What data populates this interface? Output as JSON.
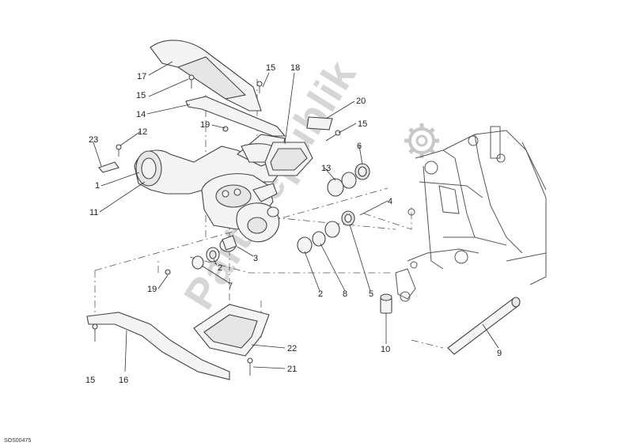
{
  "watermark": {
    "text": "Partsrepublik",
    "icon": "gear-icon",
    "color": "#c8c8c8"
  },
  "drawing_code": "SOS00475",
  "callouts": [
    {
      "id": "17",
      "label": "17"
    },
    {
      "id": "15a",
      "label": "15"
    },
    {
      "id": "18",
      "label": "18"
    },
    {
      "id": "15b",
      "label": "15"
    },
    {
      "id": "14",
      "label": "14"
    },
    {
      "id": "20",
      "label": "20"
    },
    {
      "id": "19a",
      "label": "19"
    },
    {
      "id": "15c",
      "label": "15"
    },
    {
      "id": "23",
      "label": "23"
    },
    {
      "id": "12",
      "label": "12"
    },
    {
      "id": "6",
      "label": "6"
    },
    {
      "id": "13",
      "label": "13"
    },
    {
      "id": "1",
      "label": "1"
    },
    {
      "id": "4",
      "label": "4"
    },
    {
      "id": "11",
      "label": "11"
    },
    {
      "id": "3",
      "label": "3"
    },
    {
      "id": "2a",
      "label": "2"
    },
    {
      "id": "7",
      "label": "7"
    },
    {
      "id": "19b",
      "label": "19"
    },
    {
      "id": "2b",
      "label": "2"
    },
    {
      "id": "8",
      "label": "8"
    },
    {
      "id": "5",
      "label": "5"
    },
    {
      "id": "10",
      "label": "10"
    },
    {
      "id": "9",
      "label": "9"
    },
    {
      "id": "22",
      "label": "22"
    },
    {
      "id": "21",
      "label": "21"
    },
    {
      "id": "15d",
      "label": "15"
    },
    {
      "id": "16",
      "label": "16"
    }
  ]
}
